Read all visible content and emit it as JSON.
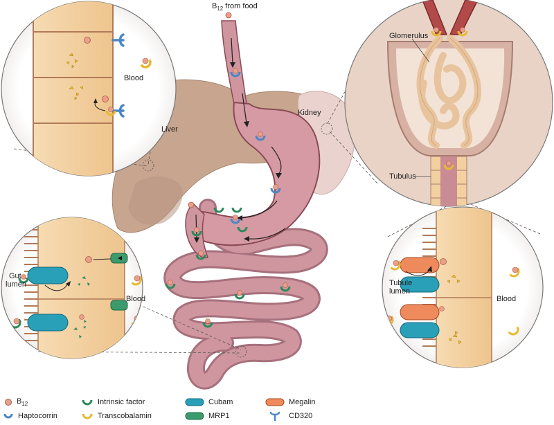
{
  "labels": {
    "b12_food_prefix": "B",
    "b12_food_sub": "12",
    "b12_food_suffix": " from food",
    "liver": "Liver",
    "kidney": "Kidney",
    "blood_top_left": "Blood",
    "glomerulus": "Glomerulus",
    "tubulus": "Tubulus",
    "gut_lumen_1": "Gut",
    "gut_lumen_2": "lumen",
    "blood_bottom_left": "Blood",
    "tubule_lumen_1": "Tubule",
    "tubule_lumen_2": "lumen",
    "blood_bottom_right": "Blood"
  },
  "legend": {
    "b12_main": "B",
    "b12_sub": "12",
    "haptocorrin": "Haptocorrin",
    "intrinsic_factor": "Intrinsic factor",
    "transcobalamin": "Transcobalamin",
    "cubam": "Cubam",
    "mrp1": "MRP1",
    "megalin": "Megalin",
    "cd320": "CD320"
  },
  "colors": {
    "b12": "#e8a08a",
    "haptocorrin": "#4a86c5",
    "intrinsic_factor": "#2e8a5c",
    "transcobalamin": "#e8b930",
    "cubam": "#2a9fb8",
    "mrp1": "#3c9b6c",
    "megalin": "#ef8a5c",
    "cd320": "#4a86c5",
    "liver": "#c7a58f",
    "gut": "#c98c95",
    "cell": "#f2d0a0"
  }
}
